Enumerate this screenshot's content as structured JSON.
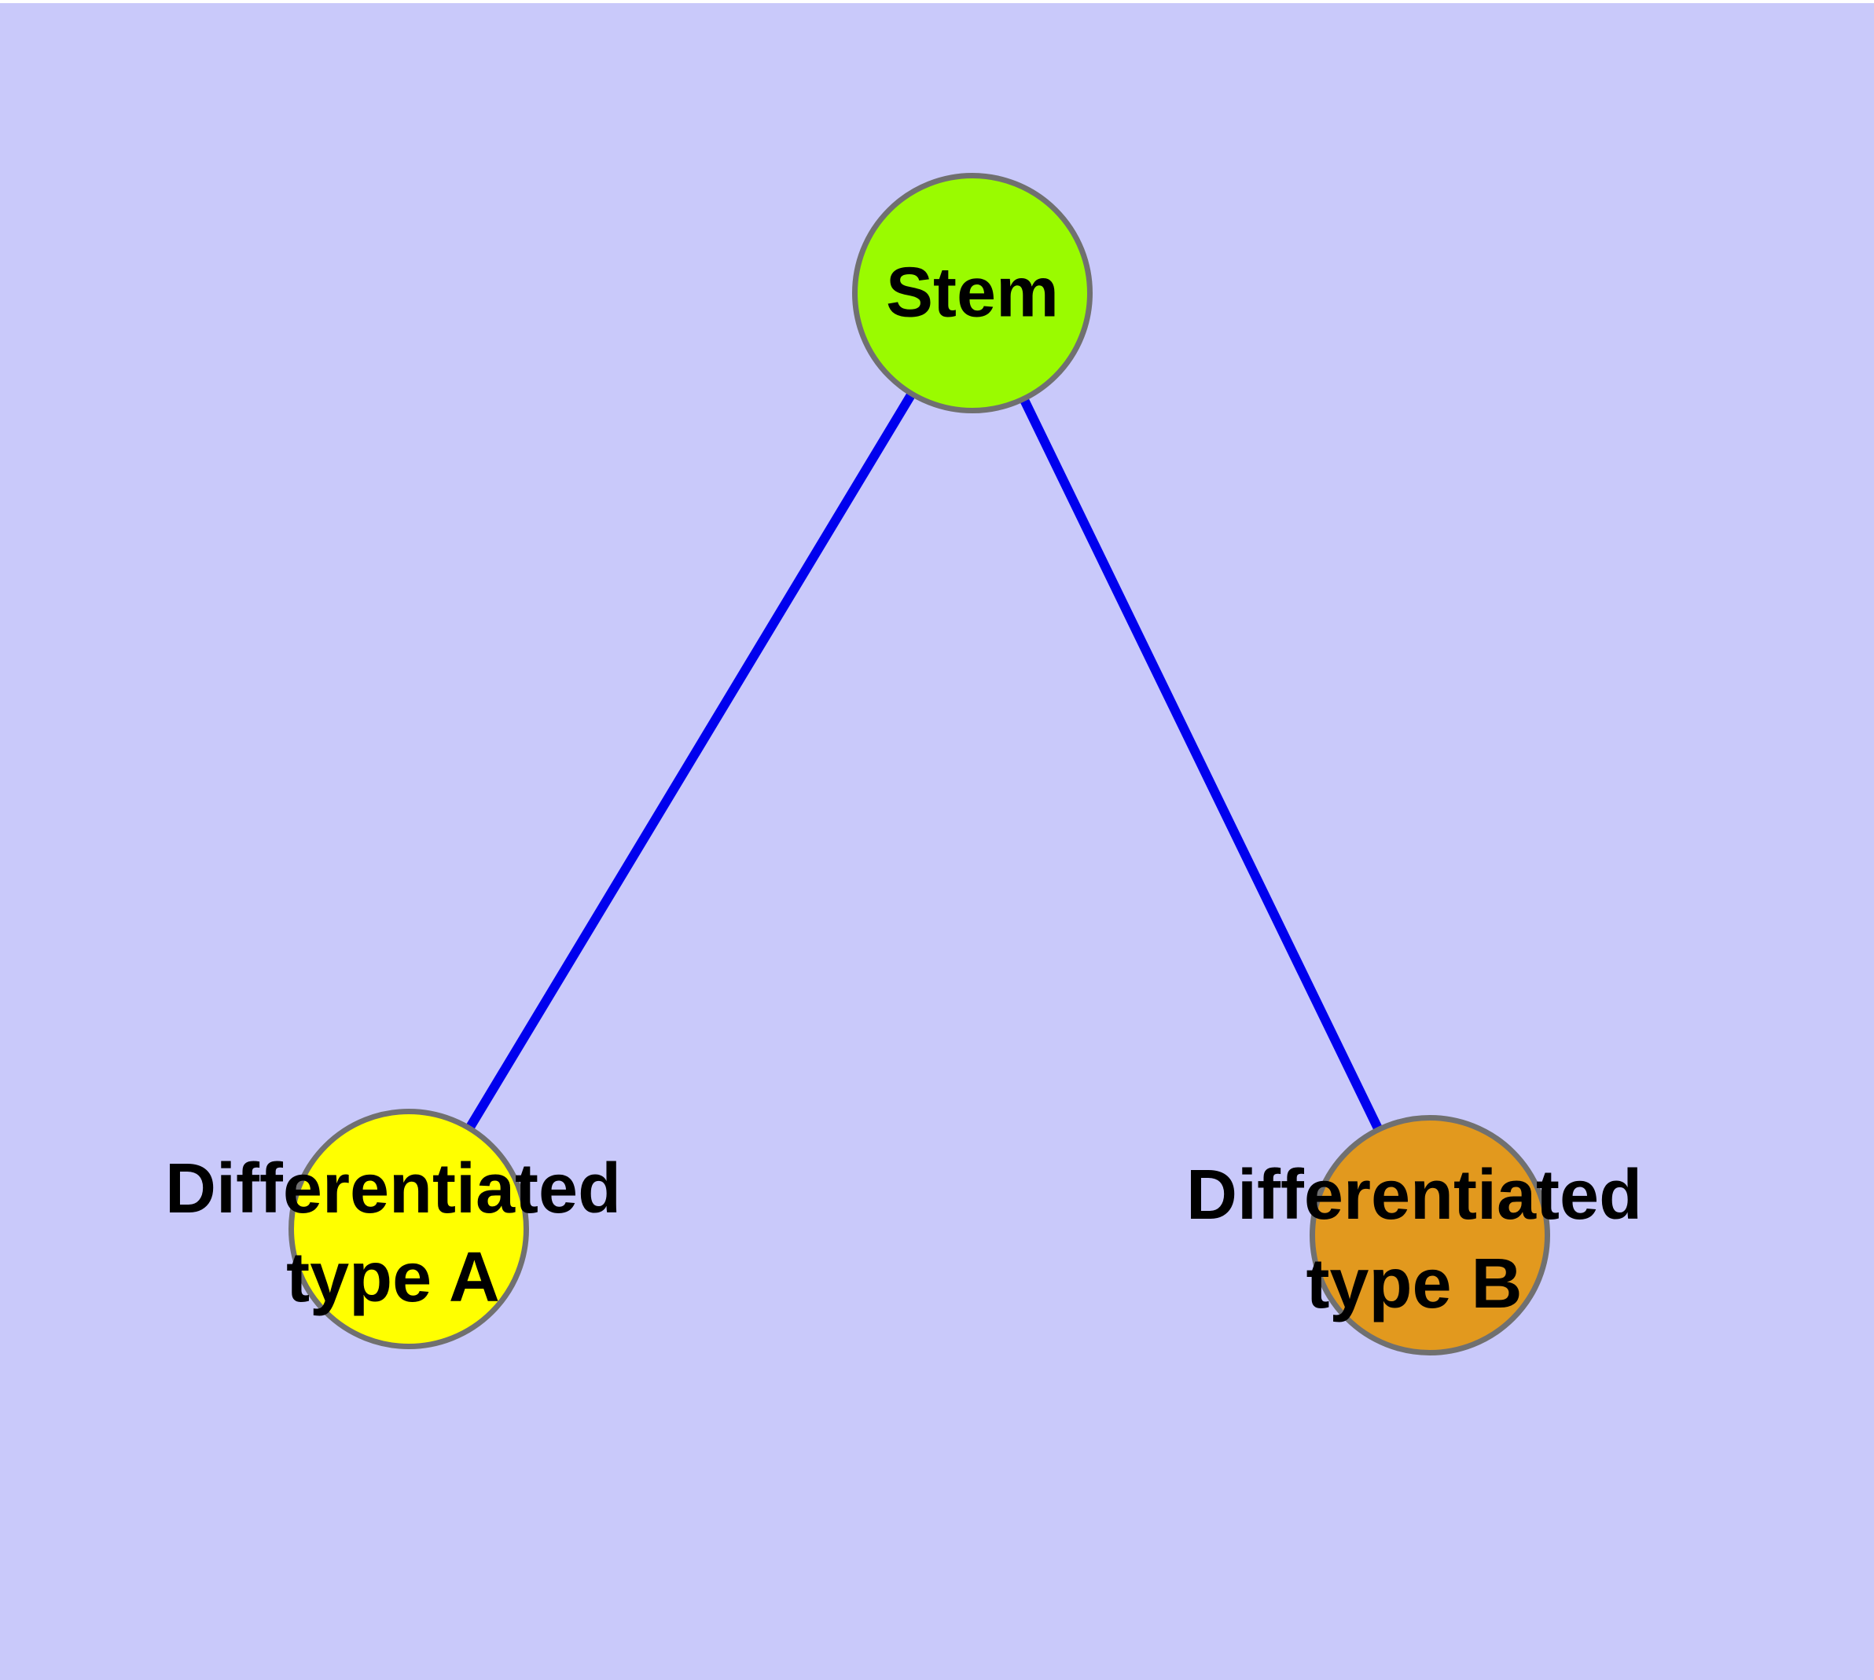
{
  "diagram": {
    "background_color": "#C9C9FA",
    "top_margin_color": "#FFFFFF",
    "text_color": "#000000",
    "node_border_color": "#707070",
    "edge_color": "#0000EE",
    "nodes": {
      "stem": {
        "label": "Stem",
        "fill_color": "#9AFB00"
      },
      "type_a": {
        "label_line1": "Differentiated",
        "label_line2": "type A",
        "fill_color": "#FFFF00"
      },
      "type_b": {
        "label_line1": "Differentiated",
        "label_line2": "type B",
        "fill_color": "#E2991E"
      }
    },
    "edges": [
      {
        "from": "Stem",
        "to": "Differentiated type A"
      },
      {
        "from": "Stem",
        "to": "Differentiated type B"
      }
    ]
  }
}
